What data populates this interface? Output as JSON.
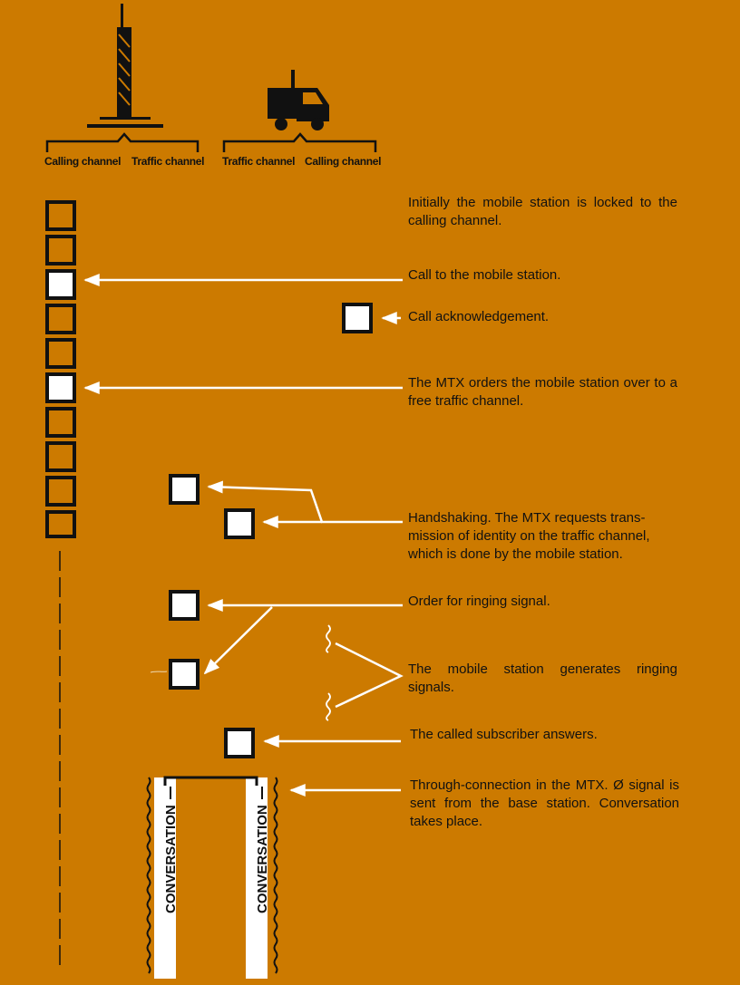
{
  "header": {
    "calling_channel_left": "Calling channel",
    "traffic_channel_left": "Traffic channel",
    "traffic_channel_right": "Traffic channel",
    "calling_channel_right": "Calling channel"
  },
  "steps": [
    {
      "id": "locked",
      "text": "Initially the mobile station is locked to the calling channel."
    },
    {
      "id": "call",
      "text": "Call to the mobile station."
    },
    {
      "id": "ack",
      "text": "Call acknowledgement."
    },
    {
      "id": "order",
      "text": "The MTX orders the mobile station over to a free traffic channel."
    },
    {
      "id": "handshake",
      "text": "Handshaking. The MTX requests transmission of identity on the traffic channel, which is done by the mobile station."
    },
    {
      "id": "ring_order",
      "text": "Order for ringing signal."
    },
    {
      "id": "ringing",
      "text": "The mobile station generates ringing signals."
    },
    {
      "id": "answer",
      "text": "The called subscriber answers."
    },
    {
      "id": "through",
      "text": "Through-connection in the MTX. Ø signal is sent from the base station. Conversation takes place."
    }
  ],
  "conversation": {
    "left_label": "CONVERSATION",
    "right_label": "CONVERSATION"
  }
}
